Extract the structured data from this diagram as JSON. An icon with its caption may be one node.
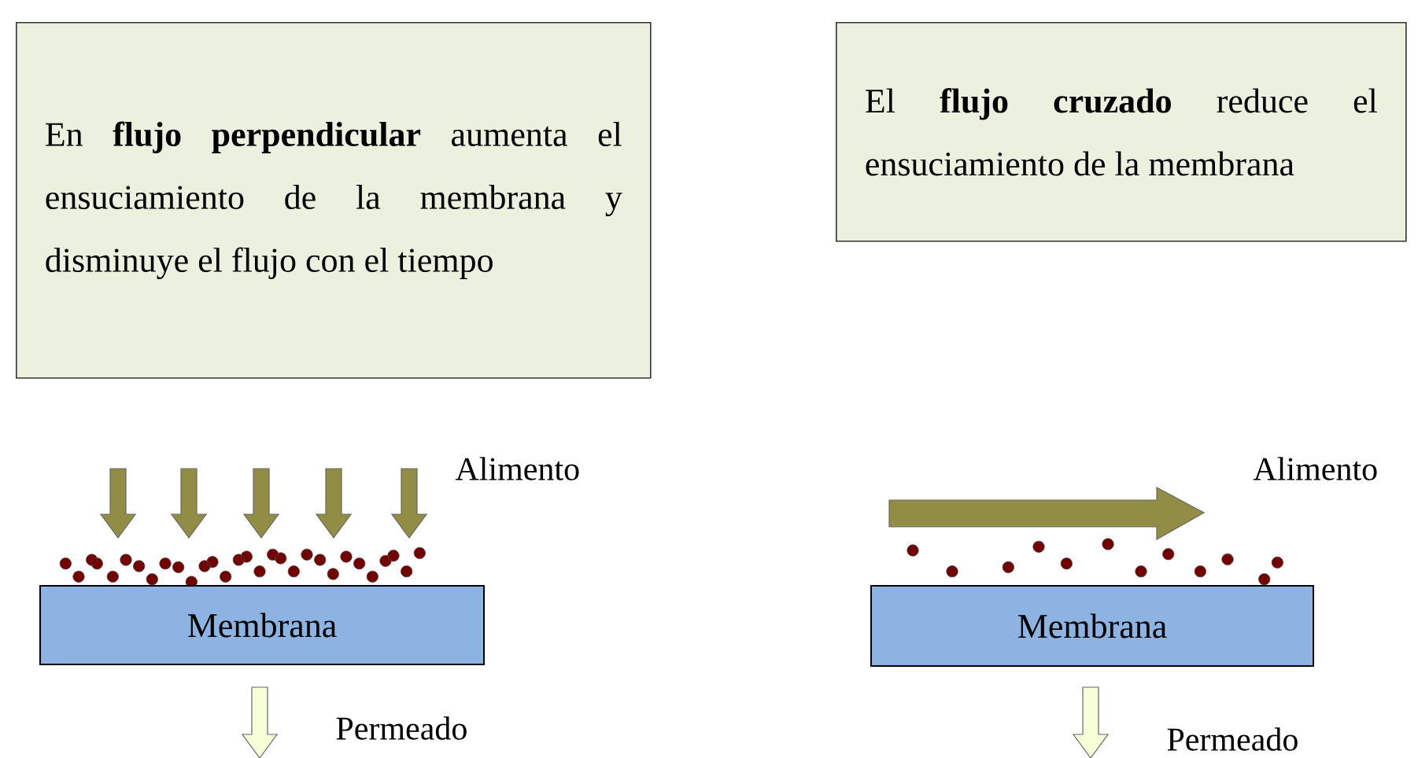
{
  "diagram": {
    "nodes": [
      {
        "text": [
          "En **flujo perpendicular** aumenta el ensuciamiento de la membrana y disminuye el flujo con el tiempo"
        ]
      },
      {
        "text": [
          "El **flujo cruzado** reduce el ensuciamiento de la membrana"
        ]
      },
      {
        "text": [
          "Membrana"
        ]
      },
      {
        "text": [
          "Membrana"
        ]
      }
    ],
    "labels": [
      "Alimento",
      "Alimento",
      "Permeado",
      "Permeado"
    ]
  }
}
